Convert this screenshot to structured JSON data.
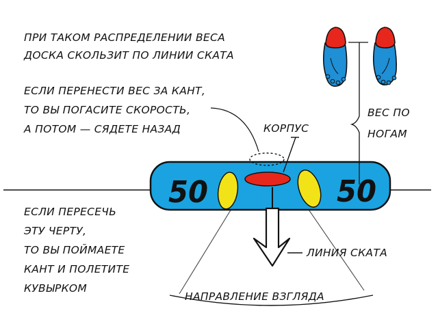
{
  "notes": {
    "weight_distribution": [
      "ПРИ ТАКОМ РАСПРЕДЕЛЕНИИ ВЕСА",
      "ДОСКА СКОЛЬЗИТ ПО ЛИНИИ СКАТА"
    ],
    "edge_shift": [
      "ЕСЛИ ПЕРЕНЕСТИ ВЕС ЗА КАНТ,",
      "ТО ВЫ ПОГАСИТЕ СКОРОСТЬ,",
      "А ПОТОМ — СЯДЕТЕ НАЗАД"
    ],
    "cross_line": [
      "ЕСЛИ ПЕРЕСЕЧЬ",
      "ЭТУ ЧЕРТУ,",
      "ТО ВЫ ПОЙМАЕТЕ",
      "КАНТ И ПОЛЕТИТЕ",
      "КУВЫРКОМ"
    ]
  },
  "labels": {
    "body": "КОРПУС",
    "weight_on_legs": [
      "ВЕС ПО",
      "НОГАМ"
    ],
    "fall_line": "ЛИНИЯ СКАТА",
    "view_direction": "НАПРАВЛЕНИЕ ВЗГЛЯДА"
  },
  "board": {
    "left_weight": "50",
    "right_weight": "50"
  },
  "colors": {
    "board": "#1aa3e0",
    "bindings": "#f2e318",
    "body_center": "#e8271c",
    "feet": "#1f8fd6",
    "toes": "#e8271c",
    "ink": "#111111"
  },
  "icons": {
    "feet": "feet-icon",
    "arrow": "down-arrow-icon"
  }
}
